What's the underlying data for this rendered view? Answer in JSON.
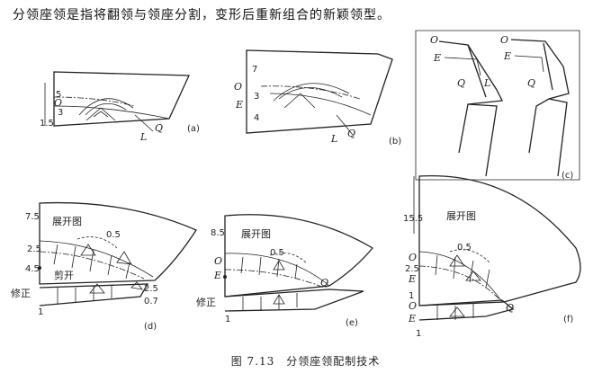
{
  "intro_text": "分领座领是指将翻领与领座分割，变形后重新组合的新颖领型。",
  "caption": "图 7.13　分领座领配制技术",
  "panels": {
    "a": {
      "tag": "(a)",
      "dims": [
        "5",
        "3",
        "1.5"
      ],
      "points": [
        "O",
        "L",
        "Q"
      ]
    },
    "b": {
      "tag": "(b)",
      "dims": [
        "7",
        "3",
        "4"
      ],
      "points": [
        "O",
        "E",
        "L",
        "Q"
      ]
    },
    "c": {
      "tag": "(c)",
      "points": [
        "O",
        "E",
        "Q",
        "L",
        "O",
        "E",
        "Q"
      ]
    },
    "d": {
      "tag": "(d)",
      "dims": [
        "7.5",
        "2.5",
        "4.5",
        "2.5",
        "0.7",
        "0.5",
        "1"
      ],
      "labels": [
        "展开图",
        "剪开",
        "修正"
      ]
    },
    "e": {
      "tag": "(e)",
      "dims": [
        "8.5",
        "0.5",
        "1"
      ],
      "points": [
        "O",
        "E",
        "Q"
      ],
      "labels": [
        "展开图",
        "修正"
      ]
    },
    "f": {
      "tag": "(f)",
      "dims": [
        "15.5",
        "0.5",
        "2.5",
        "1",
        "1"
      ],
      "points": [
        "O",
        "E",
        "Q",
        "O",
        "E"
      ],
      "labels": [
        "展开图"
      ]
    }
  }
}
